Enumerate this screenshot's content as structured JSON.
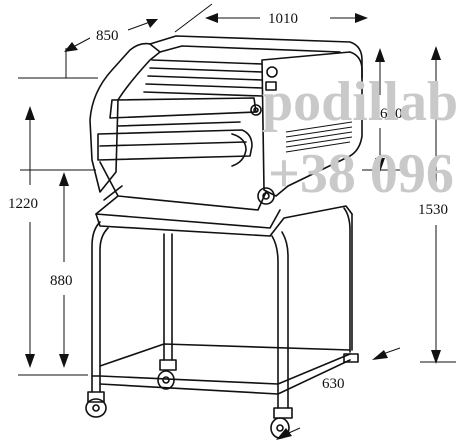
{
  "dimensions": {
    "width": "1010",
    "depth": "850",
    "body_height": "690",
    "table_height": "1220",
    "stand_height": "880",
    "total_height": "1530",
    "base_depth": "630"
  },
  "watermark": {
    "line1": "podillab",
    "line2": "+38 096"
  },
  "colors": {
    "line": "#111111",
    "watermark": "#c9c9c9",
    "background": "#ffffff"
  }
}
